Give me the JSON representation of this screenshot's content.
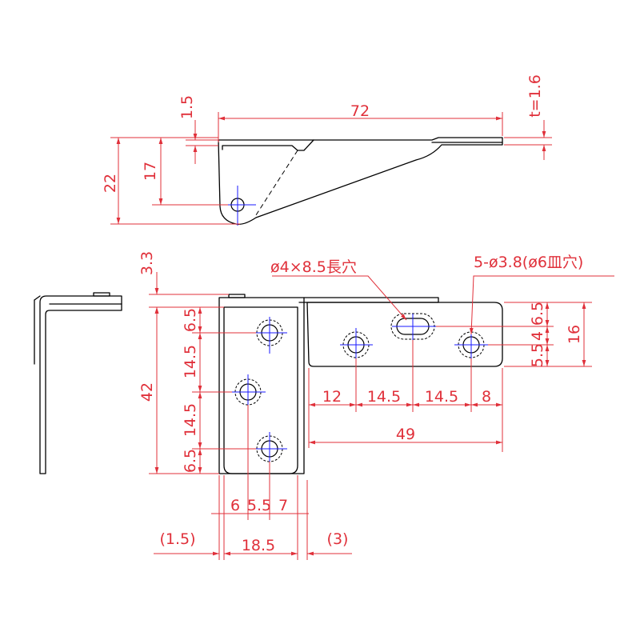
{
  "dimensions": {
    "top_overall_length": "72",
    "top_thickness_t": "t=1.6",
    "top_lip": "1.5",
    "top_height": "22",
    "top_height_inner": "17",
    "front_tab_height": "3.3",
    "front_overall_height": "42",
    "v_pitch_a": "6.5",
    "v_pitch_b": "14.5",
    "v_pitch_c": "14.5",
    "v_pitch_d": "6.5",
    "h_width_left": "6",
    "h_width_mid": "5.5",
    "h_width_right": "7",
    "left_offset": "(1.5)",
    "plate_width": "18.5",
    "right_offset": "(3)",
    "flange_pitch_1": "12",
    "flange_pitch_2": "14.5",
    "flange_pitch_3": "14.5",
    "flange_pitch_4": "8",
    "flange_length": "49",
    "flange_height": "16",
    "flange_v_top": "6.5",
    "flange_v_mid": "4",
    "flange_v_bot": "5.5"
  },
  "notes": {
    "slot_callout": "ø4×8.5長穴",
    "hole_callout": "5-ø3.8(ø6皿穴)"
  },
  "colors": {
    "dimension": "#e0303a",
    "centerline": "#1a1aff",
    "outline": "#000000"
  }
}
